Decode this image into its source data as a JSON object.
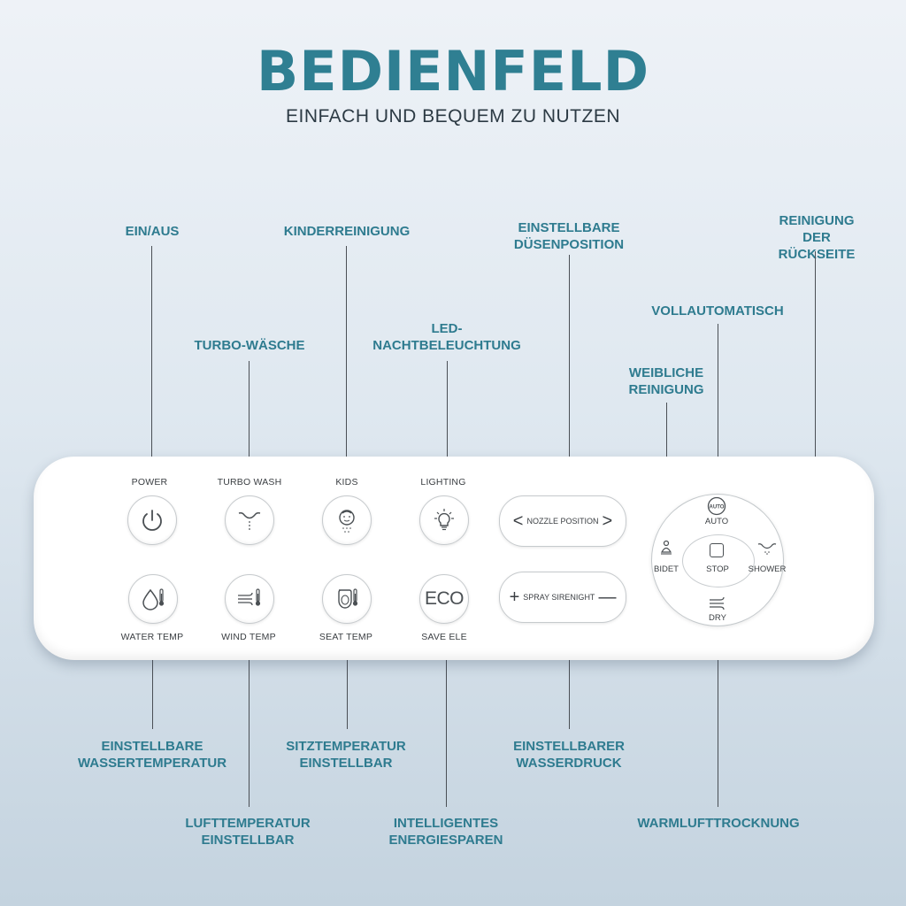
{
  "header": {
    "title": "BEDIENFELD",
    "subtitle": "EINFACH UND BEQUEM ZU NUTZEN"
  },
  "callouts_top": {
    "power": "EIN/AUS",
    "turbo": "TURBO-WÄSCHE",
    "kids": "KINDERREINIGUNG",
    "lighting": "LED-\nNACHTBELEUCHTUNG",
    "nozzle": "EINSTELLBARE\nDÜSENPOSITION",
    "bidet": "WEIBLICHE\nREINIGUNG",
    "auto": "VOLLAUTOMATISCH",
    "shower": "REINIGUNG\nDER RÜCKSEITE"
  },
  "callouts_bottom": {
    "water_temp": "EINSTELLBARE\nWASSERTEMPERATUR",
    "wind_temp": "LUFTTEMPERATUR\nEINSTELLBAR",
    "seat_temp": "SITZTEMPERATUR\nEINSTELLBAR",
    "save_ele": "INTELLIGENTES\nENERGIESPAREN",
    "spray": "EINSTELLBARER\nWASSERDRUCK",
    "dry": "WARMLUFTTROCKNUNG"
  },
  "panel": {
    "power_label": "POWER",
    "turbo_label": "TURBO WASH",
    "kids_label": "KIDS",
    "lighting_label": "LIGHTING",
    "water_temp_label": "WATER TEMP",
    "wind_temp_label": "WIND TEMP",
    "seat_temp_label": "SEAT TEMP",
    "save_ele_label": "SAVE ELE",
    "eco_text": "ECO",
    "nozzle_text": "NOZZLE POSITION",
    "nozzle_left": "<",
    "nozzle_right": ">",
    "spray_text": "SPRAY SIRENIGHT",
    "spray_plus": "+",
    "spray_minus": "—",
    "dial": {
      "auto": "AUTO",
      "auto_icon_text": "AUTO",
      "bidet": "BIDET",
      "stop": "STOP",
      "shower": "SHOWER",
      "dry": "DRY"
    }
  },
  "colors": {
    "accent": "#2f7f92",
    "callout_text": "#2e7b8f",
    "leader_line": "#4a4f55"
  }
}
